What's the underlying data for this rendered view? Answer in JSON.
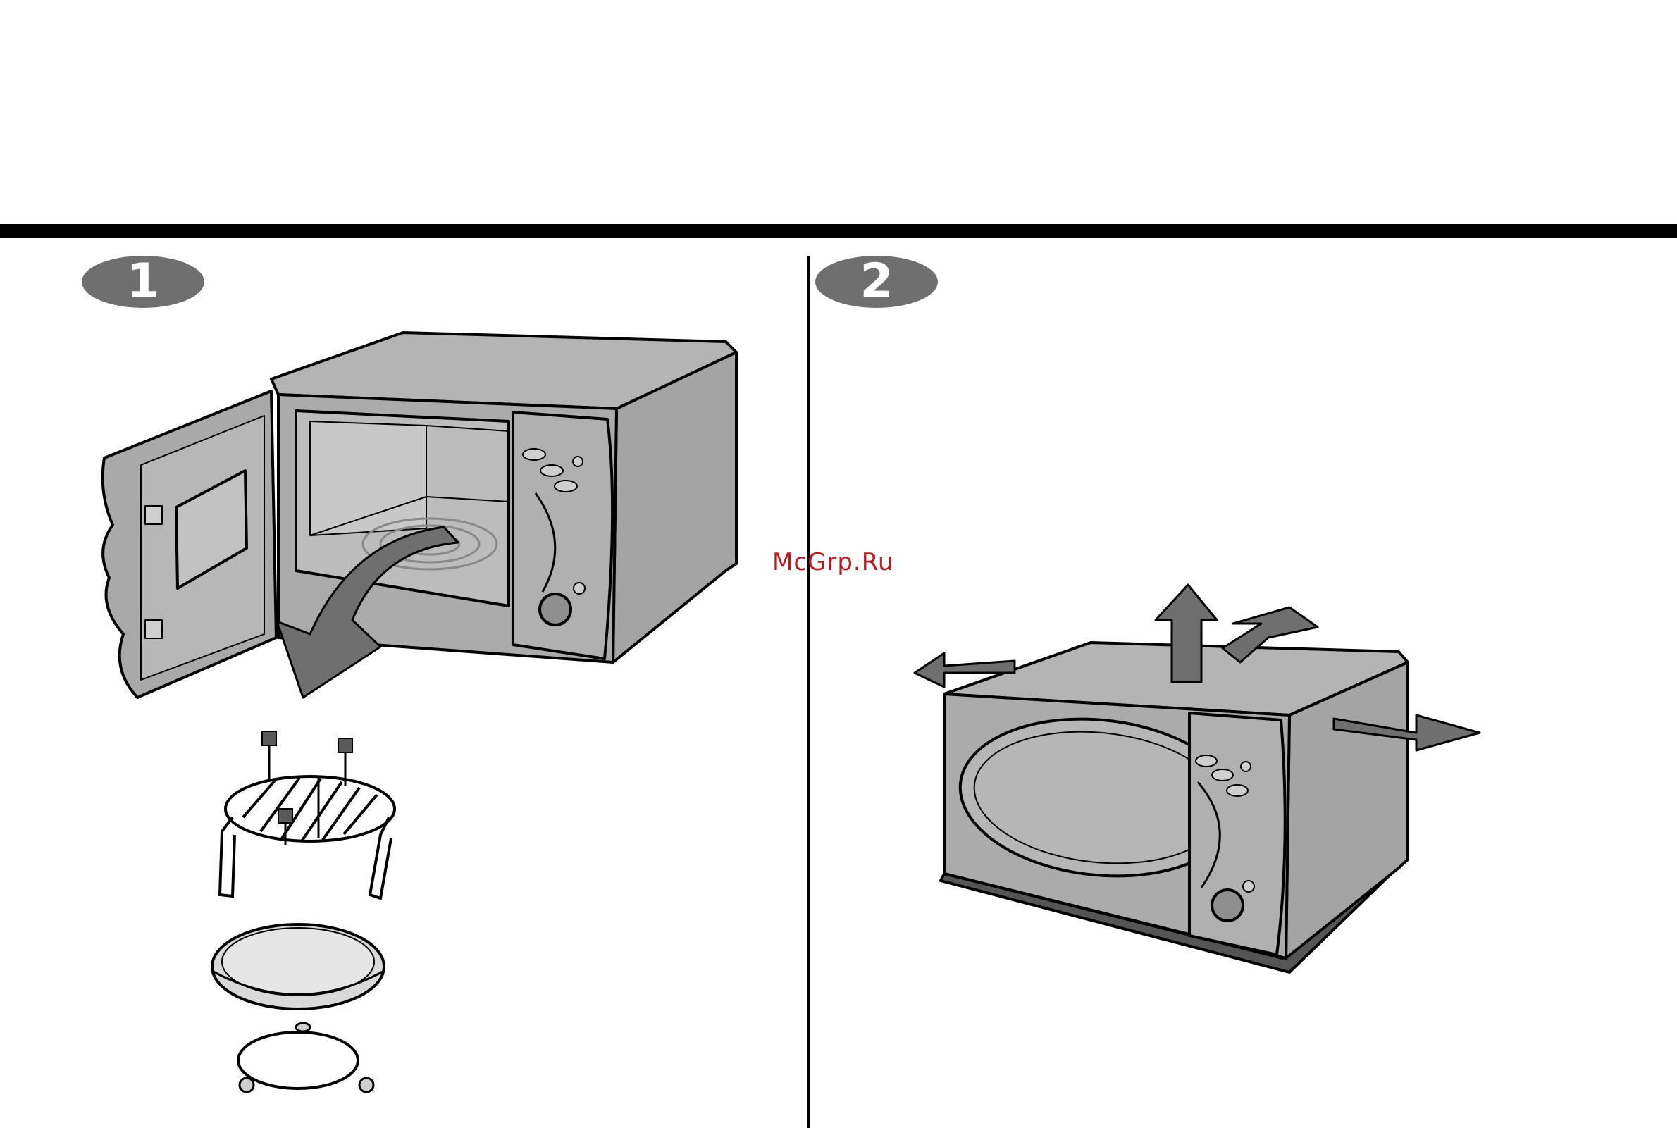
{
  "steps": [
    {
      "number": "1"
    },
    {
      "number": "2"
    }
  ],
  "watermark": "McGrp.Ru",
  "colors": {
    "body_gray": "#aaaaaa",
    "dark_gray": "#6f6f6f",
    "outline": "#000000",
    "watermark_red": "#c0161c"
  },
  "icons": {
    "step1": "open-microwave-with-removal-arrow",
    "step2": "closed-microwave-with-clearance-arrows"
  }
}
